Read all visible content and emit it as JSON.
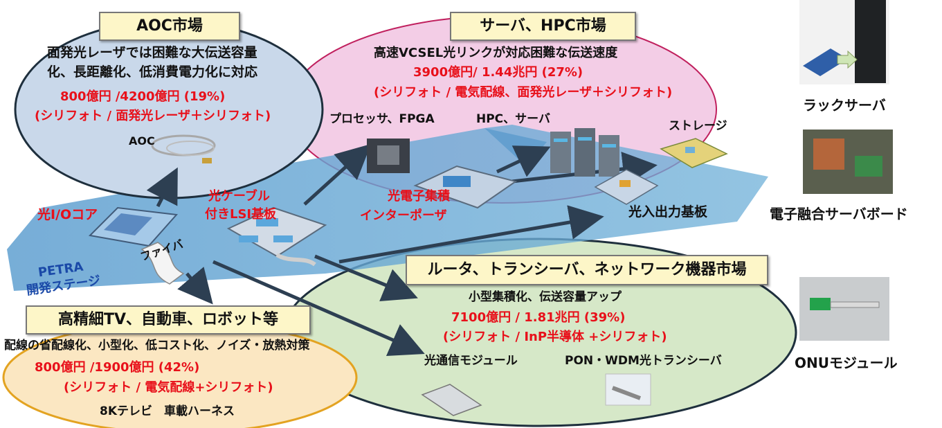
{
  "colors": {
    "highlight_red": "#e8101a",
    "petra_blue": "#1a49a8",
    "aoc_fill": "#c9d8ea",
    "server_fill": "#f3cde6",
    "router_fill": "#d6e8c8",
    "tv_fill": "#fbe7c2",
    "title_box": "#fdf6c8",
    "stage_band": "#7fb3d8"
  },
  "aoc": {
    "title": "AOC市場",
    "line1": "面発光レーザでは困難な大伝送容量",
    "line2": "化、長距離化、低消費電力化に対応",
    "market": "800億円 /4200億円 (19%)",
    "tech": "(シリフォト / 面発光レーザ＋シリフォト)",
    "product": "AOC"
  },
  "server": {
    "title": "サーバ、HPC市場",
    "line1": "高速VCSEL光リンクが対応困難な伝送速度",
    "market": "3900億円/ 1.44兆円 (27%)",
    "tech": "(シリフォト / 電気配線、面発光レーザ＋シリフォト)",
    "processor": "プロセッサ、FPGA",
    "hpc": "HPC、サーバ",
    "storage": "ストレージ"
  },
  "stage": {
    "optical_io_core": "光I/Oコア",
    "fiber": "ファイバ",
    "cable_lsi_1": "光ケーブル",
    "cable_lsi_2": "付きLSI基板",
    "interposer_1": "光電子集積",
    "interposer_2": "インターポーザ",
    "io_board": "光入出力基板",
    "petra_1": "PETRA",
    "petra_2": "開発ステージ"
  },
  "router": {
    "title": "ルータ、トランシーバ、ネットワーク機器市場",
    "line1": "小型集積化、伝送容量アップ",
    "market": "7100億円 / 1.81兆円 (39%)",
    "tech": "(シリフォト / InP半導体 +シリフォト)",
    "module": "光通信モジュール",
    "pon": "PON・WDM光トランシーバ"
  },
  "tv": {
    "title": "高精細TV、自動車、ロボット等",
    "line1": "配線の省配線化、小型化、低コスト化、ノイズ・放熱対策",
    "market": "800億円 /1900億円 (42%)",
    "tech": "(シリフォト / 電気配線+シリフォト)",
    "products": "8Kテレビ　車載ハーネス"
  },
  "side": {
    "rack": "ラックサーバ",
    "board": "電子融合サーバボード",
    "onu": "ONUモジュール"
  }
}
